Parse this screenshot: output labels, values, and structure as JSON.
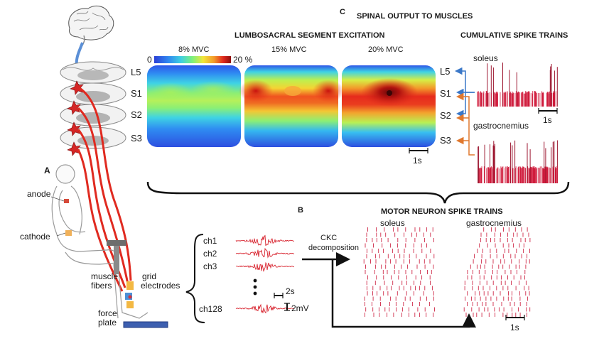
{
  "panel_labels": {
    "a": "A",
    "b": "B",
    "c": "C"
  },
  "titles": {
    "spinal_output": "SPINAL OUTPUT TO MUSCLES",
    "segment_excitation": "LUMBOSACRAL SEGMENT EXCITATION",
    "cumulative_trains": "CUMULATIVE SPIKE TRAINS",
    "motor_neuron_trains": "MOTOR NEURON SPIKE TRAINS"
  },
  "colorbar": {
    "min_label": "0",
    "max_label": "20 %",
    "colors": [
      "#2b3fd6",
      "#2f86f0",
      "#3fd0e0",
      "#7ef07a",
      "#f2e53a",
      "#f39a2a",
      "#e0291e",
      "#8e0d0d"
    ]
  },
  "heatmaps": [
    {
      "label": "8% MVC"
    },
    {
      "label": "15% MVC"
    },
    {
      "label": "20% MVC"
    }
  ],
  "segments": [
    "L5",
    "S1",
    "S2",
    "S3"
  ],
  "cord_segments": [
    "L5",
    "S1",
    "S2",
    "S3"
  ],
  "muscles": {
    "soleus": "soleus",
    "gastrocnemius": "gastrocnemius"
  },
  "scalebars": {
    "heatmap": "1s",
    "cumulative": "1s",
    "spikes": "1s",
    "emg_time": "2s",
    "emg_amp": "2mV"
  },
  "channels": [
    "ch1",
    "ch2",
    "ch3",
    "ch128"
  ],
  "decomposition": "CKC\ndecomposition",
  "body_labels": {
    "anode": "anode",
    "cathode": "cathode",
    "muscle_fibers": "muscle\nfibers",
    "grid_electrodes": "grid\nelectrodes",
    "force_plate": "force\nplate"
  },
  "colors": {
    "accent_red": "#cc1f2e",
    "spike_red": "#d01c3c",
    "blue_arrow": "#3b78c8",
    "orange_arrow": "#e0782e",
    "nerve_red": "#e02a20",
    "force_plate": "#3d5fb0"
  }
}
